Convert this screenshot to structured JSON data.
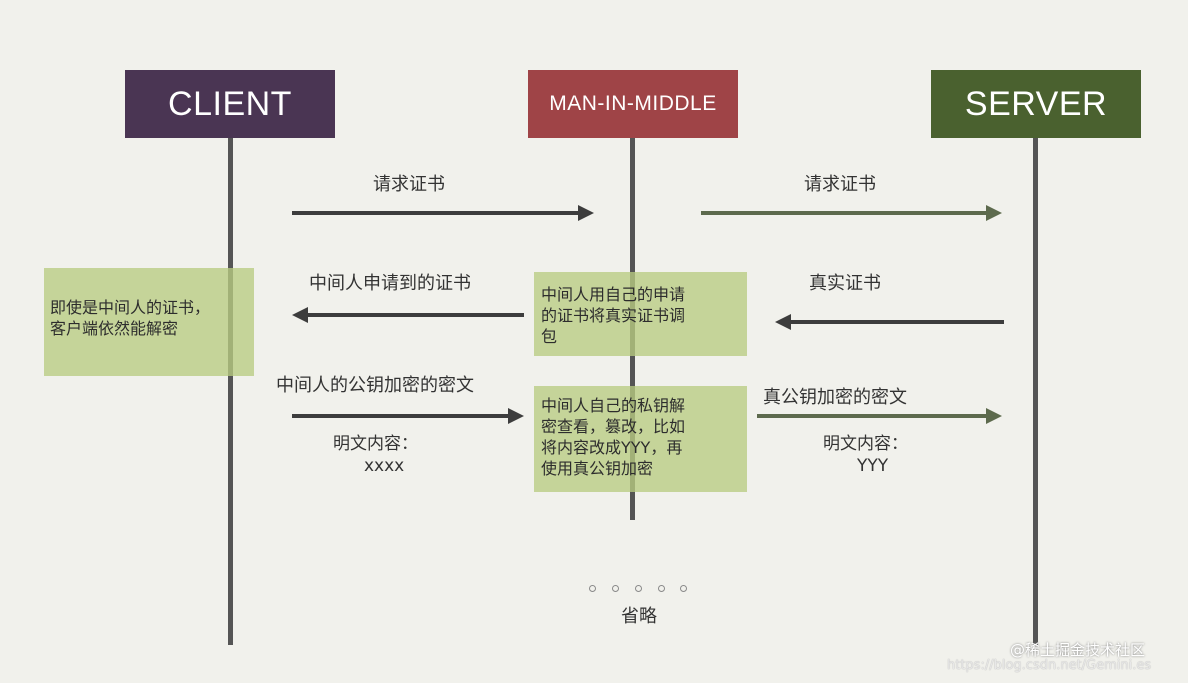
{
  "headers": {
    "client": "CLIENT",
    "mitm": "MAN-IN-MIDDLE",
    "server": "SERVER"
  },
  "messages": {
    "client_request": "请求证书",
    "mitm_request": "请求证书",
    "real_cert": "真实证书",
    "mitm_cert": "中间人申请到的证书",
    "mitm_cipher": "中间人的公钥加密的密文",
    "mitm_plain_label": "明文内容：",
    "mitm_plain_value": "xxxx",
    "real_cipher": "真公钥加密的密文",
    "real_plain_label": "明文内容：",
    "real_plain_value": "YYY"
  },
  "notes": {
    "client_note_line1": "即使是中间人的证书，",
    "client_note_line2": "客户端依然能解密",
    "mitm_note1_line1": "中间人用自己的申请",
    "mitm_note1_line2": "的证书将真实证书调",
    "mitm_note1_line3": "包",
    "mitm_note2_line1": "中间人自己的私钥解",
    "mitm_note2_line2": "密查看，篡改，比如",
    "mitm_note2_line3": "将内容改成YYY，再",
    "mitm_note2_line4": "使用真公钥加密"
  },
  "omitted": "省略",
  "watermark": "@稀土掘金技术社区",
  "watermark_url": "https://blog.csdn.net/Gemini.es",
  "colors": {
    "client": "#4a3553",
    "mitm": "#9f4447",
    "server": "#4a612f",
    "arrow": "#3d3d3d",
    "arrow_server": "#5d6a4d",
    "note": "#b8cc82"
  }
}
